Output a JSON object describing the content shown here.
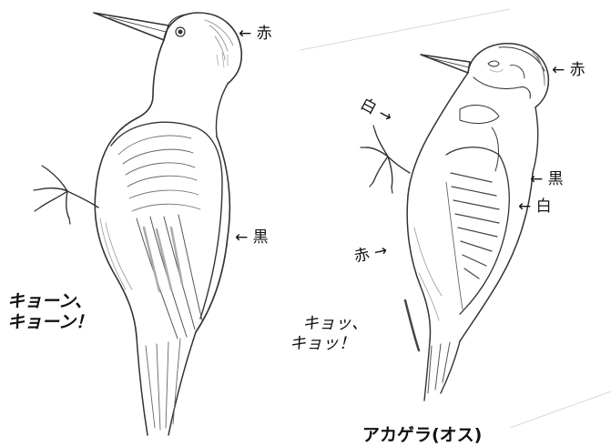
{
  "left_bird": {
    "labels": {
      "top_red": "← 赤",
      "back_black": "← 黒"
    },
    "call": {
      "line1": "キョーン、",
      "line2": "キョーン！"
    }
  },
  "right_bird": {
    "labels": {
      "head_red": "← 赤",
      "white_upper": "白 →",
      "black": "← 黒",
      "white": "← 白",
      "belly_red": "赤 →"
    },
    "call": {
      "line1": "キョッ、",
      "line2": "キョッ！"
    },
    "caption": "アカゲラ(オス)"
  },
  "colors": {
    "ink": "#111111",
    "pencil": "#3a3a3a",
    "shade": "#8a8a8a"
  }
}
